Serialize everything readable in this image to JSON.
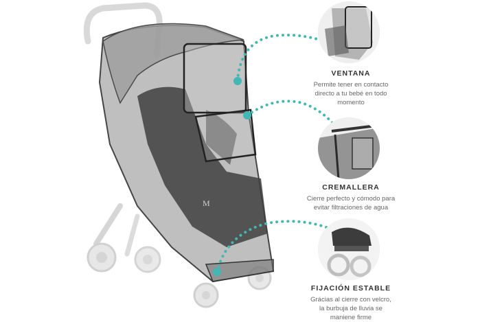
{
  "features": [
    {
      "title": "VENTANA",
      "desc": [
        "Permite tener en contacto",
        "directo a tu bebé en todo",
        "momento"
      ]
    },
    {
      "title": "CREMALLERA",
      "desc": [
        "Cierre perfecto y cómodo para",
        "evitar filtraciones de agua"
      ]
    },
    {
      "title": "FIJACIÓN ESTABLE",
      "desc": [
        "Grácias al cierre con velcro,",
        "la burbuja de lluvia se",
        "maniene firme"
      ]
    }
  ],
  "colors": {
    "accent_teal": "#43b7b4",
    "title_text": "#333333",
    "body_text": "#666666",
    "cover_grey": "#6b6b6b"
  }
}
